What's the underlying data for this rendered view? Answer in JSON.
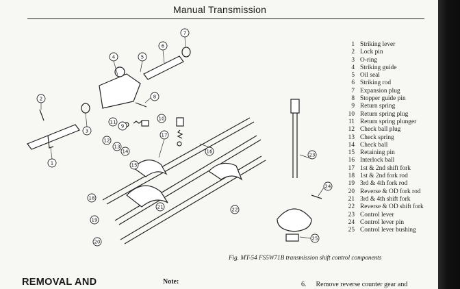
{
  "header": {
    "title": "Manual Transmission"
  },
  "legend": [
    {
      "num": "1",
      "label": "Striking lever"
    },
    {
      "num": "2",
      "label": "Lock pin"
    },
    {
      "num": "3",
      "label": "O-ring"
    },
    {
      "num": "4",
      "label": "Striking guide"
    },
    {
      "num": "5",
      "label": "Oil seal"
    },
    {
      "num": "6",
      "label": "Striking rod"
    },
    {
      "num": "7",
      "label": "Expansion plug"
    },
    {
      "num": "8",
      "label": "Stopper guide pin"
    },
    {
      "num": "9",
      "label": "Return spring"
    },
    {
      "num": "10",
      "label": "Return spring plug"
    },
    {
      "num": "11",
      "label": "Return spring plunger"
    },
    {
      "num": "12",
      "label": "Check ball plug"
    },
    {
      "num": "13",
      "label": "Check spring"
    },
    {
      "num": "14",
      "label": "Check ball"
    },
    {
      "num": "15",
      "label": "Retaining pin"
    },
    {
      "num": "16",
      "label": "Interlock ball"
    },
    {
      "num": "17",
      "label": "1st & 2nd shift fork"
    },
    {
      "num": "18",
      "label": "1st & 2nd fork rod"
    },
    {
      "num": "19",
      "label": "3rd & 4th fork rod"
    },
    {
      "num": "20",
      "label": "Reverse & OD fork rod"
    },
    {
      "num": "21",
      "label": "3rd & 4th shift fork"
    },
    {
      "num": "22",
      "label": "Reverse & OD shift fork"
    },
    {
      "num": "23",
      "label": "Control lever"
    },
    {
      "num": "24",
      "label": "Control lever pin"
    },
    {
      "num": "25",
      "label": "Control lever bushing"
    }
  ],
  "figure": {
    "caption_prefix": "Fig. MT-54",
    "caption_text": "FS5W71B transmission shift control components",
    "callouts": [
      "1",
      "2",
      "3",
      "4",
      "5",
      "6",
      "7",
      "8",
      "9",
      "10",
      "11",
      "12",
      "13",
      "14",
      "15",
      "16",
      "17",
      "18",
      "19",
      "20",
      "21",
      "22",
      "23",
      "24",
      "25"
    ]
  },
  "body": {
    "section_title": "REMOVAL AND",
    "note_label": "Note:",
    "step_number": "6.",
    "step_text": "Remove reverse counter gear and"
  }
}
